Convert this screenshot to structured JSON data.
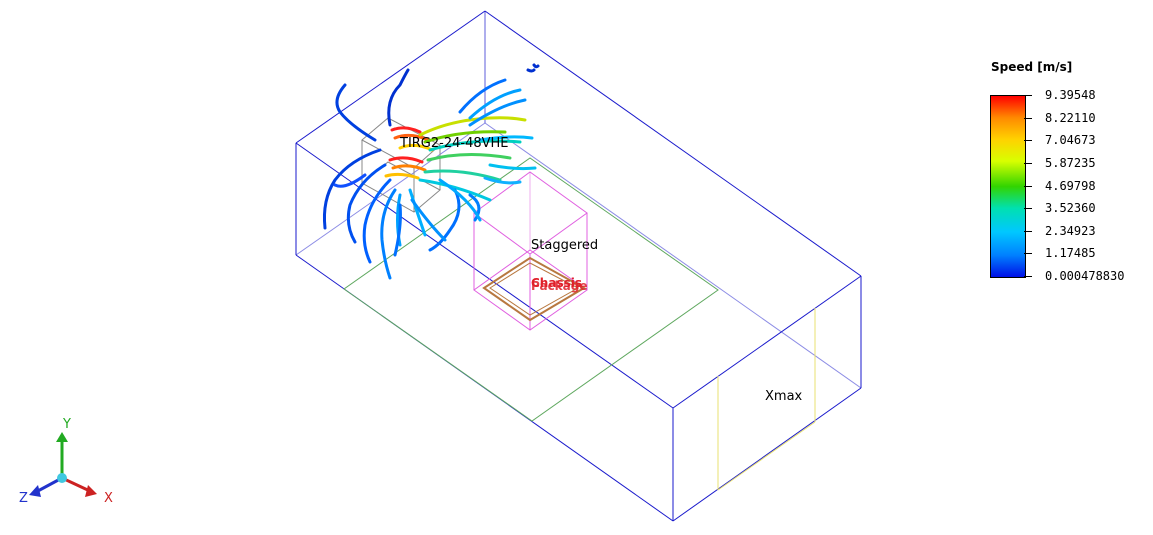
{
  "labels": {
    "fan": "TIRG2-24-48VHE",
    "staggered": "Staggered",
    "component1": "Chassis",
    "component2": "Package",
    "xmax": "Xmax"
  },
  "legend": {
    "title": "Speed [m/s]",
    "values": [
      "9.39548",
      "8.22110",
      "7.04673",
      "5.87235",
      "4.69798",
      "3.52360",
      "2.34923",
      "1.17485",
      "0.000478830"
    ]
  },
  "axes": {
    "x": "X",
    "y": "Y",
    "z": "Z"
  },
  "colors": {
    "cabinet": "#1a1acc",
    "pcb": "#5fa85f",
    "block": "#e060e0",
    "component": "#b87840",
    "opening": "#e8e070",
    "axis_x": "#cc2222",
    "axis_y": "#22aa22",
    "axis_z": "#2233cc"
  }
}
